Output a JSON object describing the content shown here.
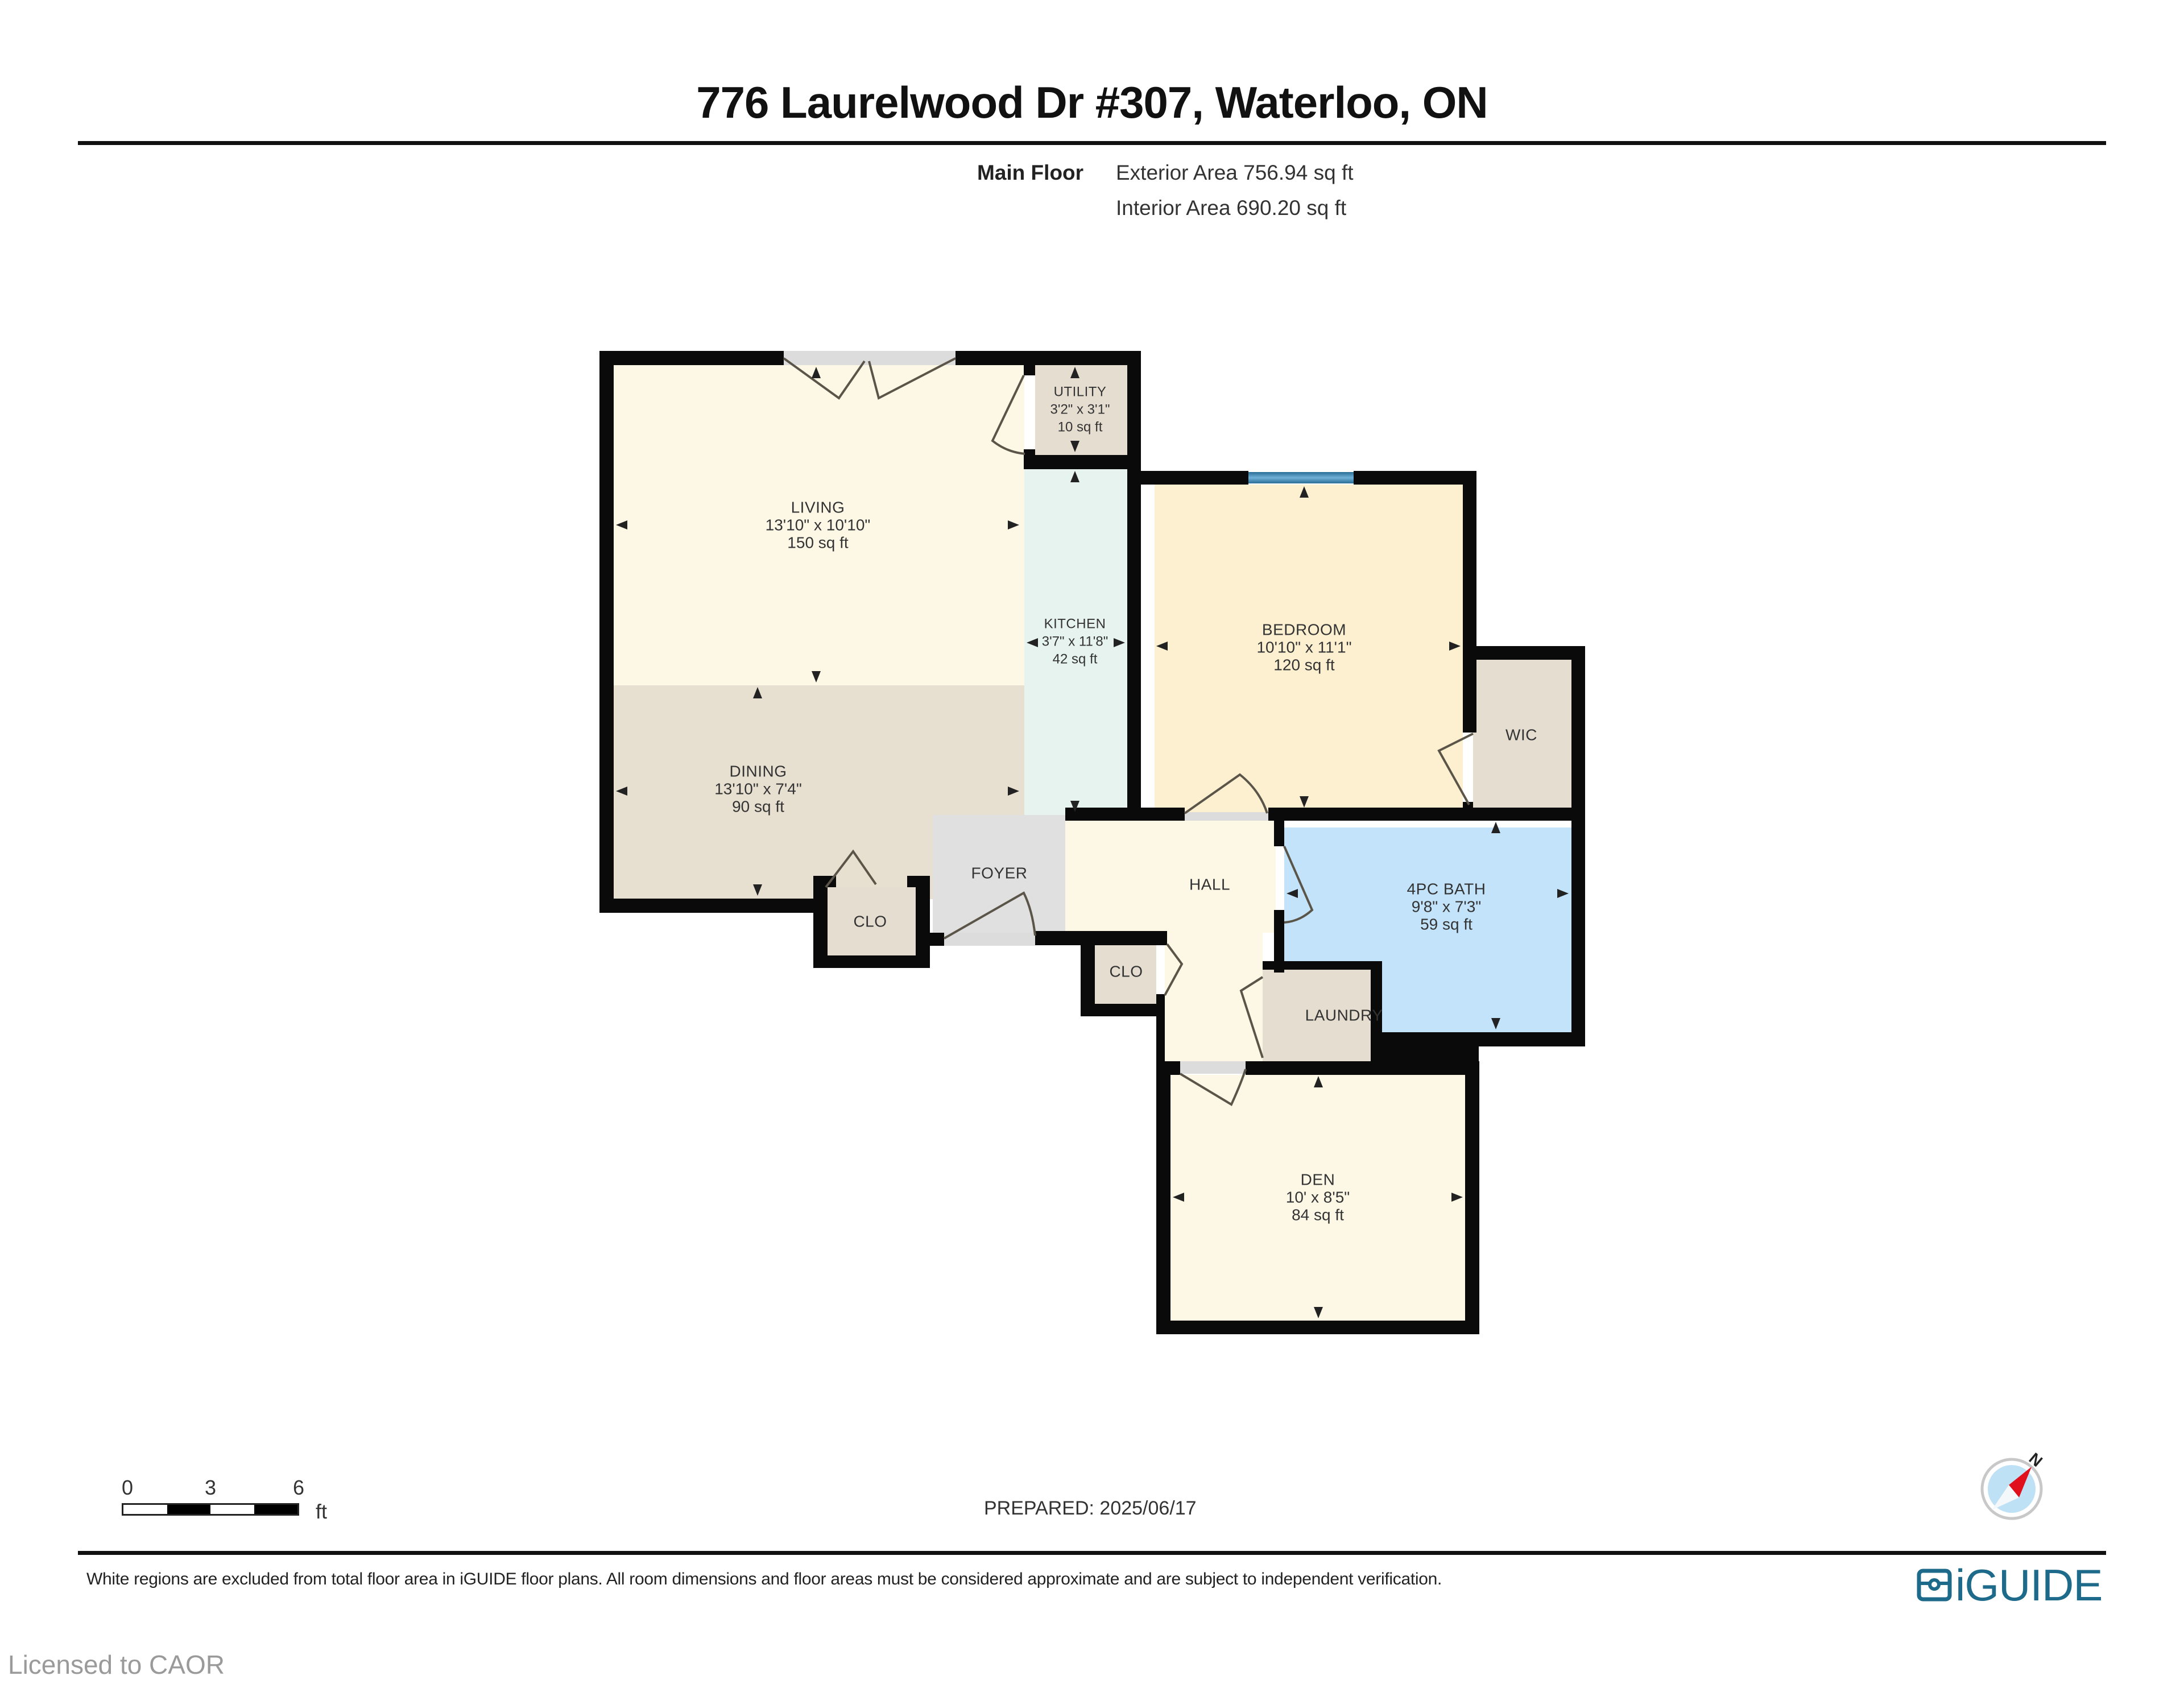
{
  "header": {
    "title": "776 Laurelwood Dr #307, Waterloo, ON",
    "floor_label": "Main Floor",
    "exterior_area": "Exterior Area 756.94 sq ft",
    "interior_area": "Interior Area 690.20 sq ft"
  },
  "rooms": {
    "living": {
      "name": "LIVING",
      "dims": "13'10\" x 10'10\"",
      "area": "150 sq ft",
      "color": "#fdf7e6"
    },
    "dining": {
      "name": "DINING",
      "dims": "13'10\" x 7'4\"",
      "area": "90 sq ft",
      "color": "#e7dfcf"
    },
    "utility": {
      "name": "UTILITY",
      "dims": "3'2\" x 3'1\"",
      "area": "10 sq ft",
      "color": "#e6ddd1"
    },
    "kitchen": {
      "name": "KITCHEN",
      "dims": "3'7\" x 11'8\"",
      "area": "42 sq ft",
      "color": "#e6f3ee"
    },
    "bedroom": {
      "name": "BEDROOM",
      "dims": "10'10\" x 11'1\"",
      "area": "120 sq ft",
      "color": "#fdf0d0"
    },
    "wic": {
      "name": "WIC",
      "color": "#e6ddd1"
    },
    "foyer": {
      "name": "FOYER",
      "color": "#e0e0e0"
    },
    "hall": {
      "name": "HALL",
      "color": "#fdf7e6"
    },
    "bath": {
      "name": "4PC BATH",
      "dims": "9'8\" x 7'3\"",
      "area": "59 sq ft",
      "color": "#c2e3fa"
    },
    "clo_dining": {
      "name": "CLO",
      "color": "#e6ddd1"
    },
    "clo_hall": {
      "name": "CLO",
      "color": "#e6ddd1"
    },
    "laundry": {
      "name": "LAUNDRY",
      "color": "#e6ddd1"
    },
    "den": {
      "name": "DEN",
      "dims": "10' x 8'5\"",
      "area": "84 sq ft",
      "color": "#fdf7e6"
    }
  },
  "scale_bar": {
    "labels": [
      "0",
      "3",
      "6"
    ],
    "unit": "ft"
  },
  "prepared": "PREPARED: 2025/06/17",
  "compass": {
    "label": "N",
    "needle_color": "#e0101c",
    "face_color": "#bfe1f5"
  },
  "footer": {
    "disclaimer": "White regions are excluded from total floor area in iGUIDE floor plans. All room dimensions and floor areas must be considered approximate and are subject to independent verification.",
    "logo": "iGUIDE",
    "logo_color": "#1e6a8a",
    "licensed": "Licensed to CAOR"
  }
}
